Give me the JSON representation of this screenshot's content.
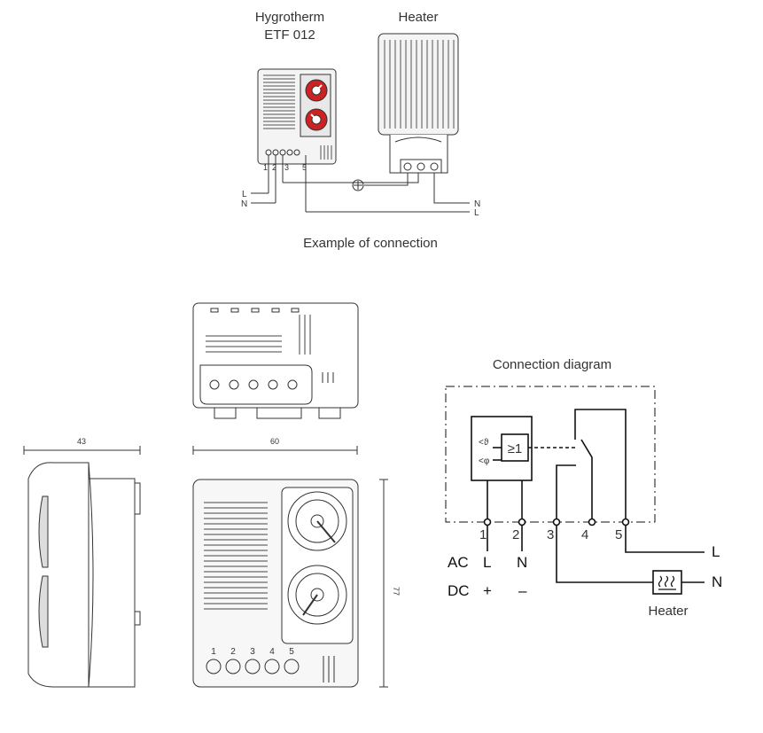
{
  "top": {
    "hygrotherm_line1": "Hygrotherm",
    "hygrotherm_line2": "ETF 012",
    "heater_label": "Heater",
    "caption": "Example of connection",
    "terminals": [
      "1",
      "2",
      "3",
      "5"
    ],
    "wire_L_left": "L",
    "wire_N_left": "N",
    "wire_N_right": "N",
    "wire_L_right": "L"
  },
  "dimensions": {
    "depth": "43",
    "width": "60",
    "height": "77"
  },
  "front_face": {
    "terminal_numbers": [
      "1",
      "2",
      "3",
      "4",
      "5"
    ]
  },
  "schematic": {
    "title": "Connection diagram",
    "sensor_symbols": [
      "<ϑ",
      "<φ"
    ],
    "logic_symbol": "≥1",
    "terminals": [
      "1",
      "2",
      "3",
      "4",
      "5"
    ],
    "ac_label": "AC",
    "dc_label": "DC",
    "ac_values": [
      "L",
      "N"
    ],
    "dc_values": [
      "+",
      "–"
    ],
    "out_L": "L",
    "out_N": "N",
    "heater_label": "Heater"
  }
}
